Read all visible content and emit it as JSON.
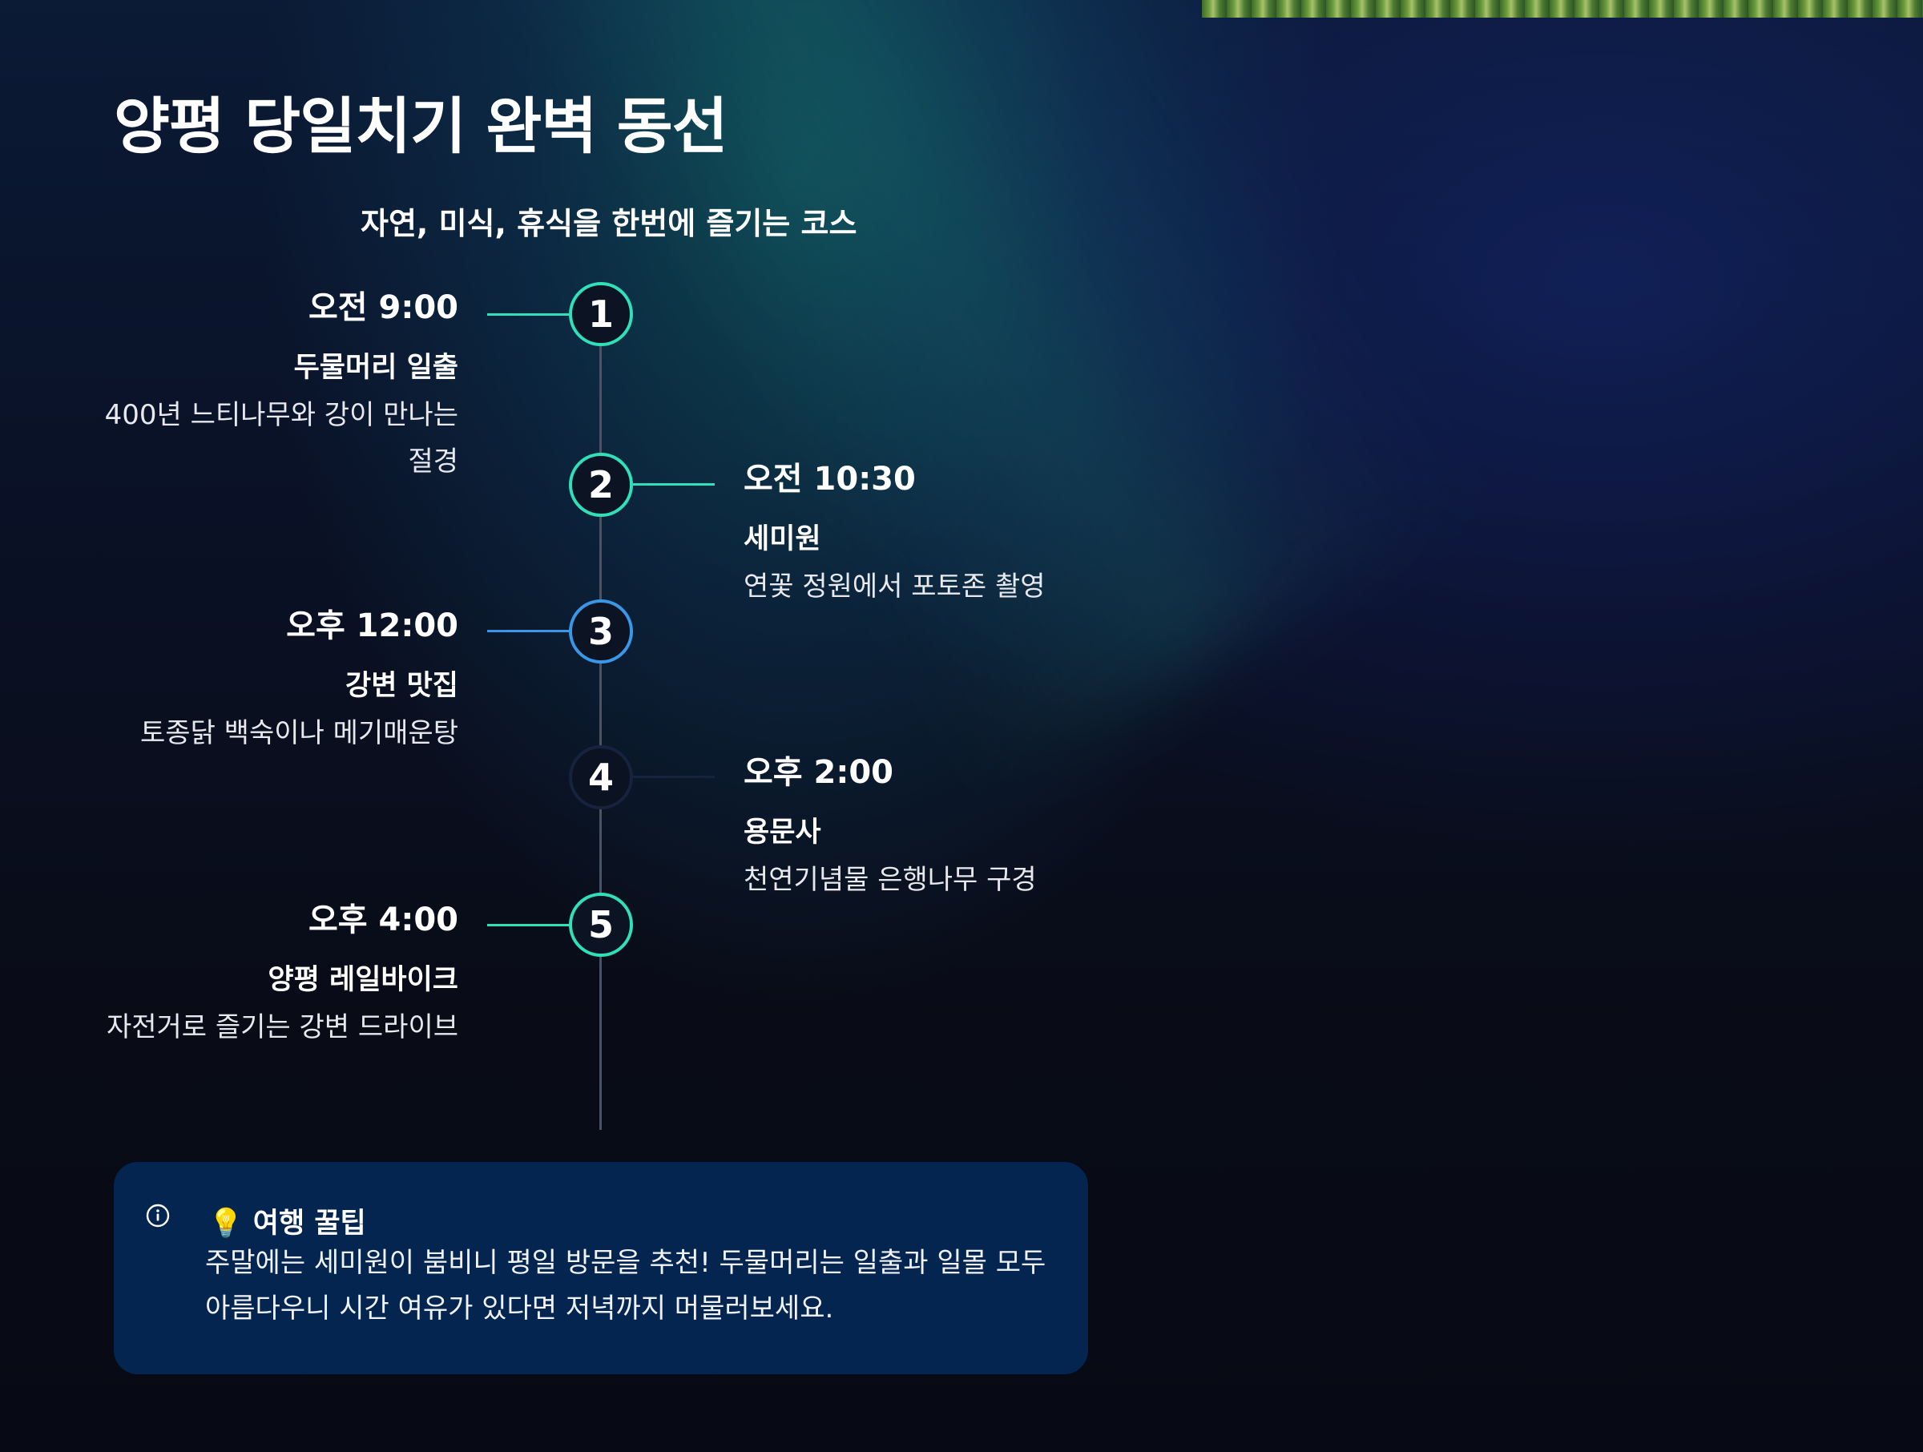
{
  "header": {
    "title": "양평 당일치기 완벽 동선",
    "subtitle": "자연, 미식, 휴식을 한번에 즐기는 코스"
  },
  "colors": {
    "accent_teal": "#2fe0b8",
    "accent_blue": "#3a97e8",
    "tip_background": "#032550"
  },
  "timeline": [
    {
      "step": "1",
      "time": "오전 9:00",
      "place": "두물머리 일출",
      "desc": "400년 느티나무와 강이 만나는 절경",
      "side": "left",
      "color": "teal"
    },
    {
      "step": "2",
      "time": "오전 10:30",
      "place": "세미원",
      "desc": "연꽃 정원에서 포토존 촬영",
      "side": "right",
      "color": "teal"
    },
    {
      "step": "3",
      "time": "오후 12:00",
      "place": "강변 맛집",
      "desc": "토종닭 백숙이나 메기매운탕",
      "side": "left",
      "color": "blue"
    },
    {
      "step": "4",
      "time": "오후 2:00",
      "place": "용문사",
      "desc": "천연기념물 은행나무 구경",
      "side": "right",
      "color": "dark"
    },
    {
      "step": "5",
      "time": "오후 4:00",
      "place": "양평 레일바이크",
      "desc": "자전거로 즐기는 강변 드라이브",
      "side": "left",
      "color": "teal"
    }
  ],
  "tip": {
    "icon": "info-icon",
    "title": "💡 여행 꿀팁",
    "body": "주말에는 세미원이 붐비니 평일 방문을 추천! 두물머리는 일출과 일몰 모두 아름다우니 시간 여유가 있다면 저녁까지 머물러보세요."
  }
}
